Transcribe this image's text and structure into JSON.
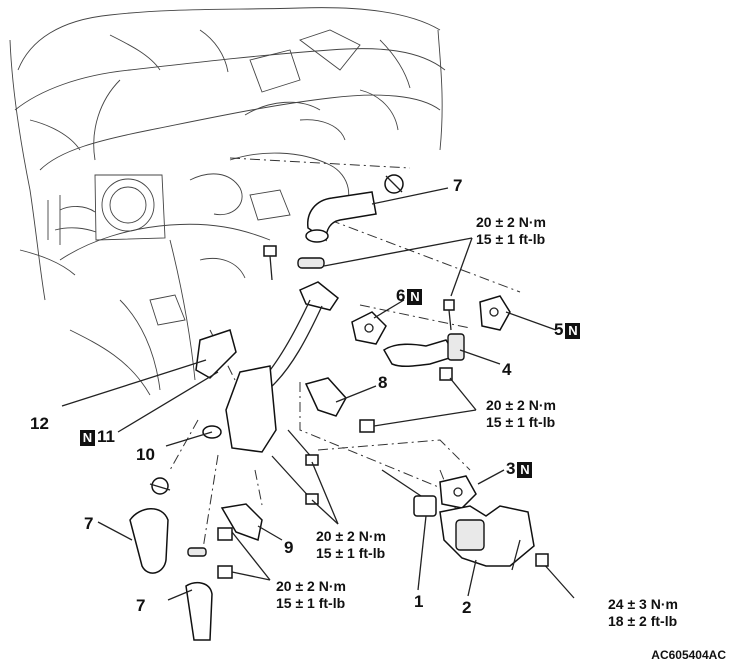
{
  "callouts": {
    "c1": "1",
    "c2": "2",
    "c3": "3",
    "c4": "4",
    "c5": "5",
    "c6": "6",
    "c7a": "7",
    "c7b": "7",
    "c7c": "7",
    "c8": "8",
    "c9": "9",
    "c10": "10",
    "c11": "11",
    "c12": "12",
    "n_badge": "N"
  },
  "torques": {
    "t_top": [
      "20 ± 2 N·m",
      "15 ± 1 ft-lb"
    ],
    "t_mid": [
      "20 ± 2 N·m",
      "15 ± 1 ft-lb"
    ],
    "t_lower": [
      "20 ± 2 N·m",
      "15 ± 1 ft-lb"
    ],
    "t_bottom": [
      "20 ± 2 N·m",
      "15 ± 1 ft-lb"
    ],
    "t_valve": [
      "24 ± 3 N·m",
      "18 ± 2 ft-lb"
    ]
  },
  "figure_code": "AC605404AC"
}
